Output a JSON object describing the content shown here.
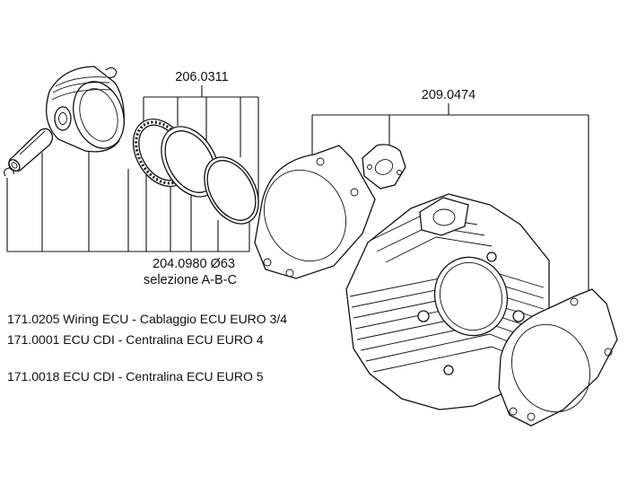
{
  "labels": {
    "rings": "206.0311",
    "gaskets": "209.0474",
    "piston_code": "204.0980 Ø63",
    "piston_selection": "selezione A-B-C"
  },
  "notes": [
    "171.0205 Wiring ECU - Cablaggio ECU EURO 3/4",
    "171.0001 ECU CDI - Centralina ECU EURO 4",
    "171.0018 ECU CDI - Centralina ECU EURO 5"
  ]
}
